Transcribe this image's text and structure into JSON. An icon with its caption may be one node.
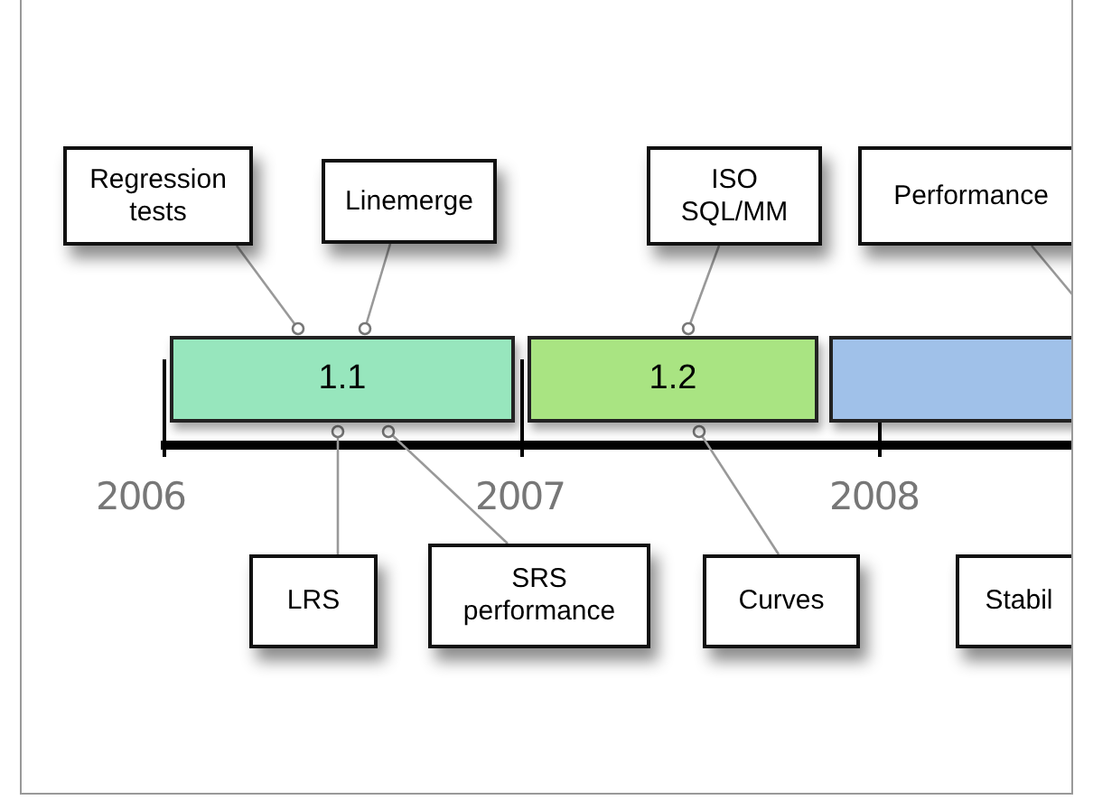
{
  "diagram": {
    "nodes": [
      {
        "text": [
          "Regression tests"
        ]
      },
      {
        "text": [
          "Linemerge"
        ]
      },
      {
        "text": [
          "ISO SQL/MM"
        ]
      },
      {
        "text": [
          "Performance"
        ]
      },
      {
        "text": [
          "1.1"
        ]
      },
      {
        "text": [
          "1.2"
        ]
      },
      {
        "text": [],
        "shape": "bar"
      },
      {
        "text": [
          "LRS"
        ]
      },
      {
        "text": [
          "SRS performance"
        ]
      },
      {
        "text": [
          "Curves"
        ]
      },
      {
        "text": [
          "Stabil"
        ]
      }
    ],
    "edges": [
      {
        "from": 0,
        "to": 4,
        "arrow": "other"
      },
      {
        "from": 1,
        "to": 4,
        "arrow": "other"
      },
      {
        "from": 2,
        "to": 5,
        "arrow": "other"
      },
      {
        "from": 3,
        "to": 6,
        "arrow": "none"
      },
      {
        "from": 7,
        "to": 4,
        "arrow": "other"
      },
      {
        "from": 8,
        "to": 4,
        "arrow": "other"
      },
      {
        "from": 9,
        "to": 5,
        "arrow": "other"
      }
    ],
    "labels": [
      "2006",
      "2007",
      "2008"
    ]
  }
}
